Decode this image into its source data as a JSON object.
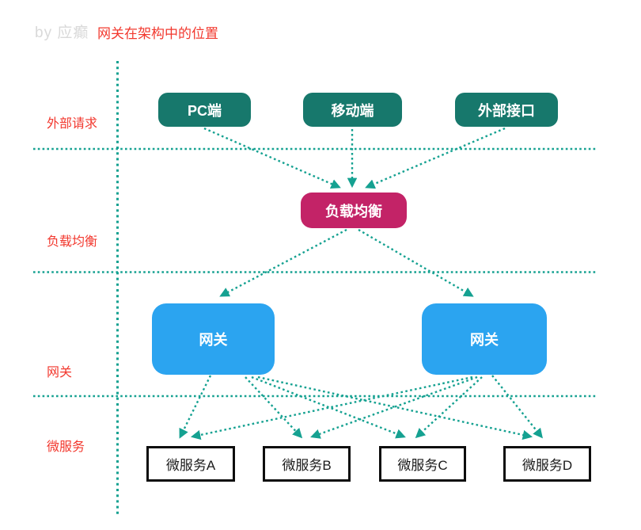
{
  "header": {
    "byline": "by 应癫",
    "title": "网关在架构中的位置"
  },
  "rows": [
    {
      "label": "外部请求"
    },
    {
      "label": "负载均衡"
    },
    {
      "label": "网关"
    },
    {
      "label": "微服务"
    }
  ],
  "nodes": {
    "pc": {
      "label": "PC端"
    },
    "mobile": {
      "label": "移动端"
    },
    "external_api": {
      "label": "外部接口"
    },
    "load_balancer": {
      "label": "负载均衡"
    },
    "gateway_left": {
      "label": "网关"
    },
    "gateway_right": {
      "label": "网关"
    },
    "ms_a": {
      "label": "微服务A"
    },
    "ms_b": {
      "label": "微服务B"
    },
    "ms_c": {
      "label": "微服务C"
    },
    "ms_d": {
      "label": "微服务D"
    }
  },
  "edges": [
    {
      "from": "pc",
      "to": "load_balancer"
    },
    {
      "from": "mobile",
      "to": "load_balancer"
    },
    {
      "from": "external_api",
      "to": "load_balancer"
    },
    {
      "from": "load_balancer",
      "to": "gateway_left"
    },
    {
      "from": "load_balancer",
      "to": "gateway_right"
    },
    {
      "from": "gateway_left",
      "to": "ms_a"
    },
    {
      "from": "gateway_left",
      "to": "ms_b"
    },
    {
      "from": "gateway_left",
      "to": "ms_c"
    },
    {
      "from": "gateway_left",
      "to": "ms_d"
    },
    {
      "from": "gateway_right",
      "to": "ms_a"
    },
    {
      "from": "gateway_right",
      "to": "ms_b"
    },
    {
      "from": "gateway_right",
      "to": "ms_c"
    },
    {
      "from": "gateway_right",
      "to": "ms_d"
    }
  ],
  "colors": {
    "connector_teal": "#15a191",
    "node_teal": "#17786c",
    "node_pink": "#c32367",
    "node_blue": "#2ba4f0",
    "label_red": "#f2382e",
    "byline_gray": "#d9d9d9",
    "ms_border_black": "#0d0d0d"
  }
}
